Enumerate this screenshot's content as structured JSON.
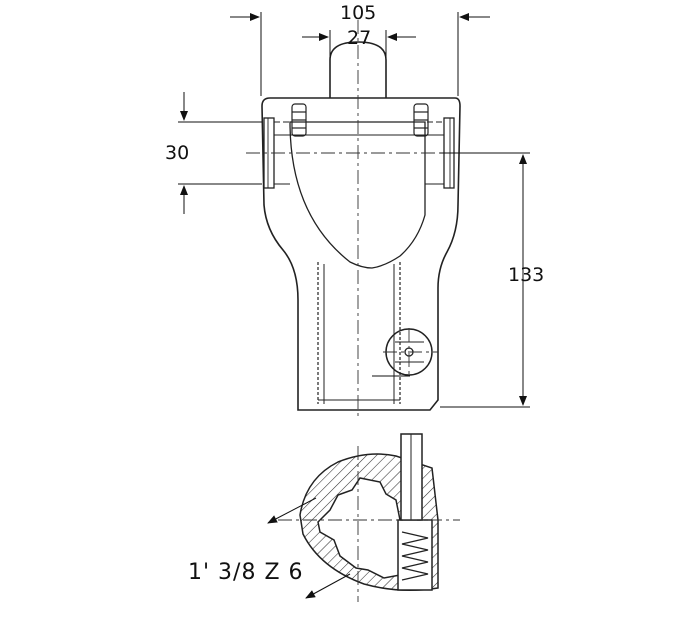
{
  "dimensions": {
    "overall_width": "105",
    "tenon_width": "27",
    "cross_height": "30",
    "yoke_height": "133"
  },
  "spline_spec": "1' 3/8 Z 6"
}
